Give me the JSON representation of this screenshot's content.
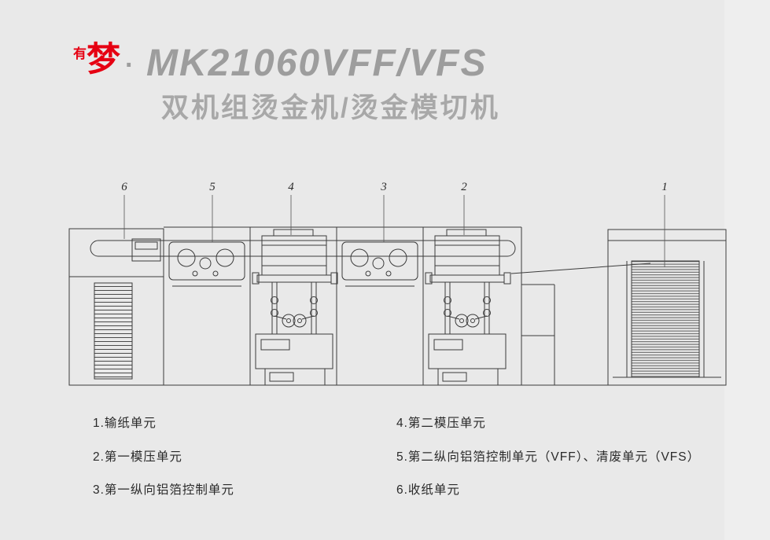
{
  "colors": {
    "background": "#e9e9e9",
    "accent_red": "#e60012",
    "title_gray": "#9d9d9d",
    "subtitle_gray": "#a8a8a8",
    "line_color": "#3c3c3c",
    "text_ink": "#2a2a2a"
  },
  "brand": {
    "prefix": "有",
    "logo": "梦",
    "separator": "·",
    "model": "MK21060VFF/VFS",
    "subtitle": "双机组烫金机/烫金模切机"
  },
  "diagram": {
    "callouts": [
      "6",
      "5",
      "4",
      "3",
      "2",
      "1"
    ]
  },
  "legend": {
    "left": [
      "1.输纸单元",
      "2.第一模压单元",
      "3.第一纵向铝箔控制单元"
    ],
    "right": [
      "4.第二模压单元",
      "5.第二纵向铝箔控制单元（VFF）、清废单元（VFS）",
      "6.收纸单元"
    ]
  }
}
